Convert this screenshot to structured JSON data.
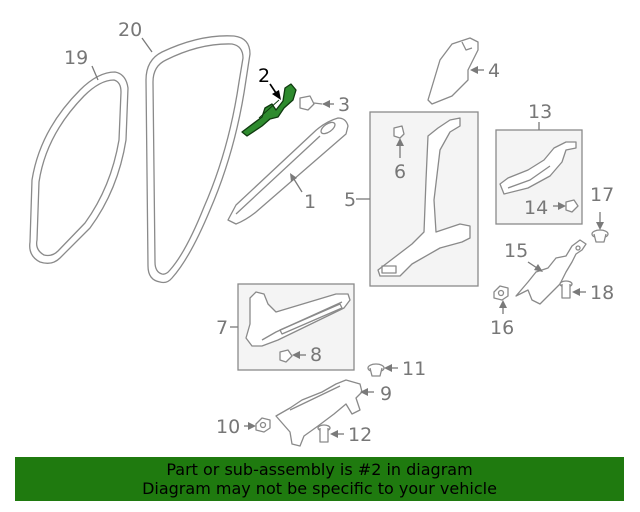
{
  "callouts": {
    "c1": "1",
    "c2": "2",
    "c3": "3",
    "c4": "4",
    "c5": "5",
    "c6": "6",
    "c7": "7",
    "c8": "8",
    "c9": "9",
    "c10": "10",
    "c11": "11",
    "c12": "12",
    "c13": "13",
    "c14": "14",
    "c15": "15",
    "c16": "16",
    "c17": "17",
    "c18": "18",
    "c19": "19",
    "c20": "20"
  },
  "banner": {
    "line1": "Part or sub-assembly is #2 in diagram",
    "line2": "Diagram may not be specific to your vehicle"
  },
  "colors": {
    "banner_bg": "#1f7a0f",
    "highlight_part": "#2e8b2e",
    "line_art": "#8a8a8a",
    "callout_text": "#777777"
  }
}
